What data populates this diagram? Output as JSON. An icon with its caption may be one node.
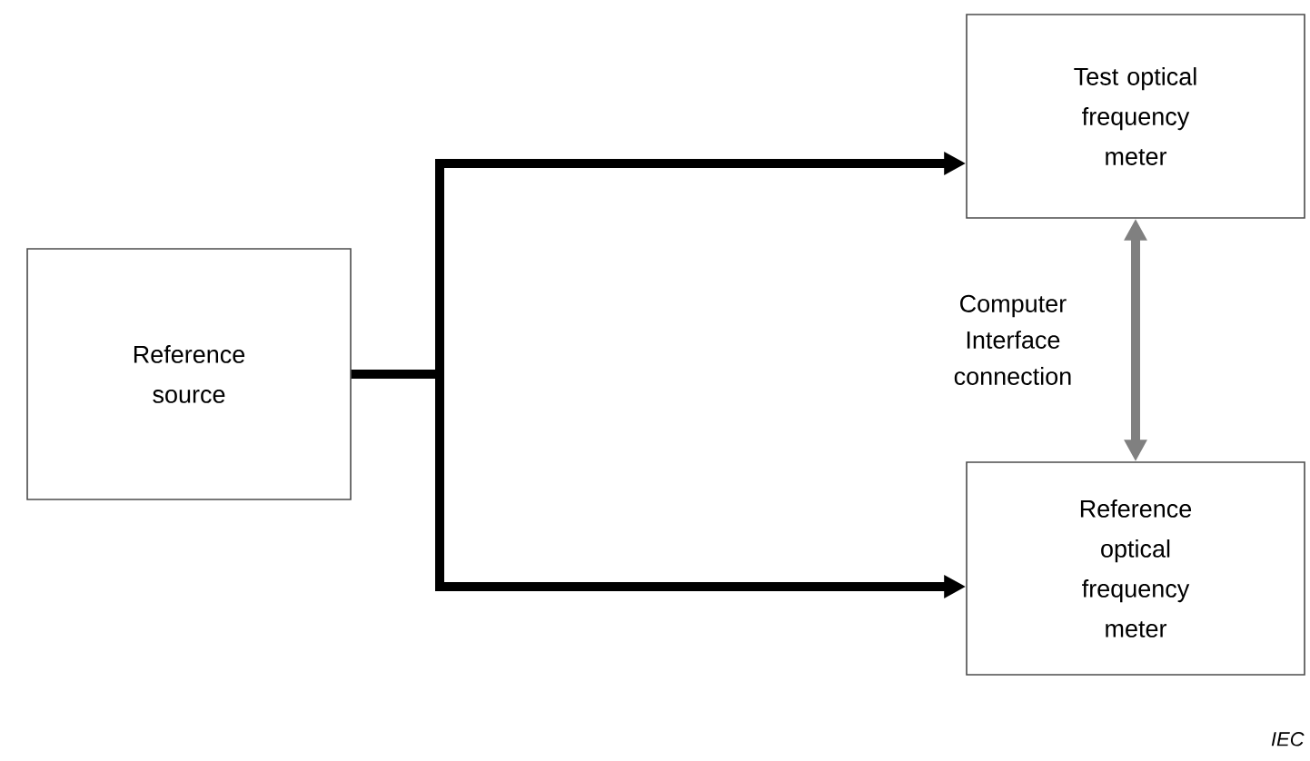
{
  "diagram": {
    "nodes": [
      {
        "text": [
          "Reference source"
        ]
      },
      {
        "text": [
          "Test optical frequency meter"
        ]
      },
      {
        "text": [
          "Reference optical frequency meter"
        ]
      }
    ],
    "edges": [
      {
        "from": 0,
        "to": 1,
        "arrow": "to"
      },
      {
        "from": 0,
        "to": 2,
        "arrow": "to"
      },
      {
        "from": 1,
        "to": 2,
        "arrow": "both",
        "color": "#808080",
        "label": "Computer Interface connection"
      }
    ],
    "labels": [
      "IEC"
    ]
  }
}
